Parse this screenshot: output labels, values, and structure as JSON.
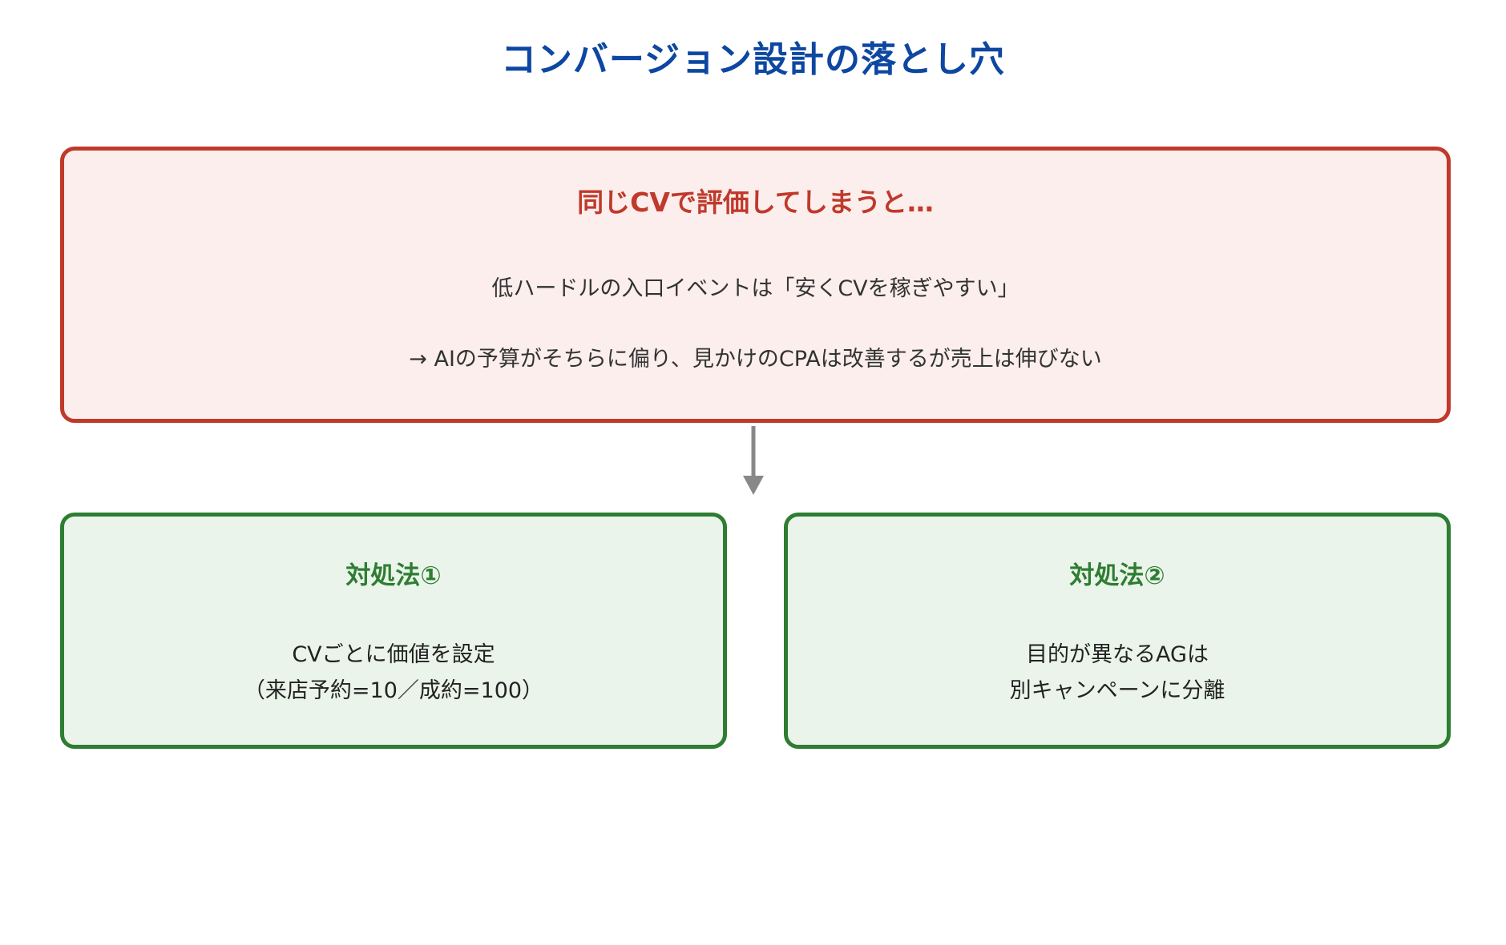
{
  "title": "コンバージョン設計の落とし穴",
  "warning": {
    "heading": "同じCVで評価してしまうと…",
    "line1": "低ハードルの入口イベントは「安くCVを稼ぎやすい」",
    "line2": "→ AIの予算がそちらに偏り、見かけのCPAは改善するが売上は伸びない"
  },
  "solutions": [
    {
      "heading": "対処法①",
      "line1": "CVごとに価値を設定",
      "line2": "（来店予約=10／成約=100）"
    },
    {
      "heading": "対処法②",
      "line1": "目的が異なるAGは",
      "line2": "別キャンペーンに分離"
    }
  ],
  "colors": {
    "title": "#0d47a1",
    "warning_border": "#c0392b",
    "warning_fill": "#fbeeec",
    "solution_border": "#2e7d32",
    "solution_fill": "#eaf4ea",
    "arrow": "#888888"
  },
  "icons": {
    "connector": "down-arrow-icon"
  }
}
